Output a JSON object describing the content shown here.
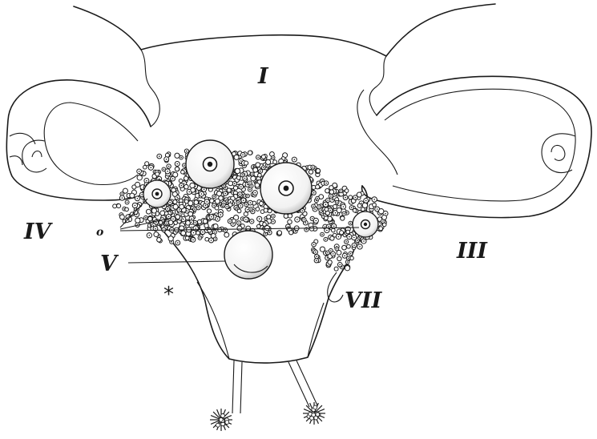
{
  "figure": {
    "labels": {
      "I": "I",
      "III": "III",
      "IV": "IV",
      "V": "V",
      "VII": "VII",
      "o": "o",
      "asterisk": "*"
    }
  }
}
